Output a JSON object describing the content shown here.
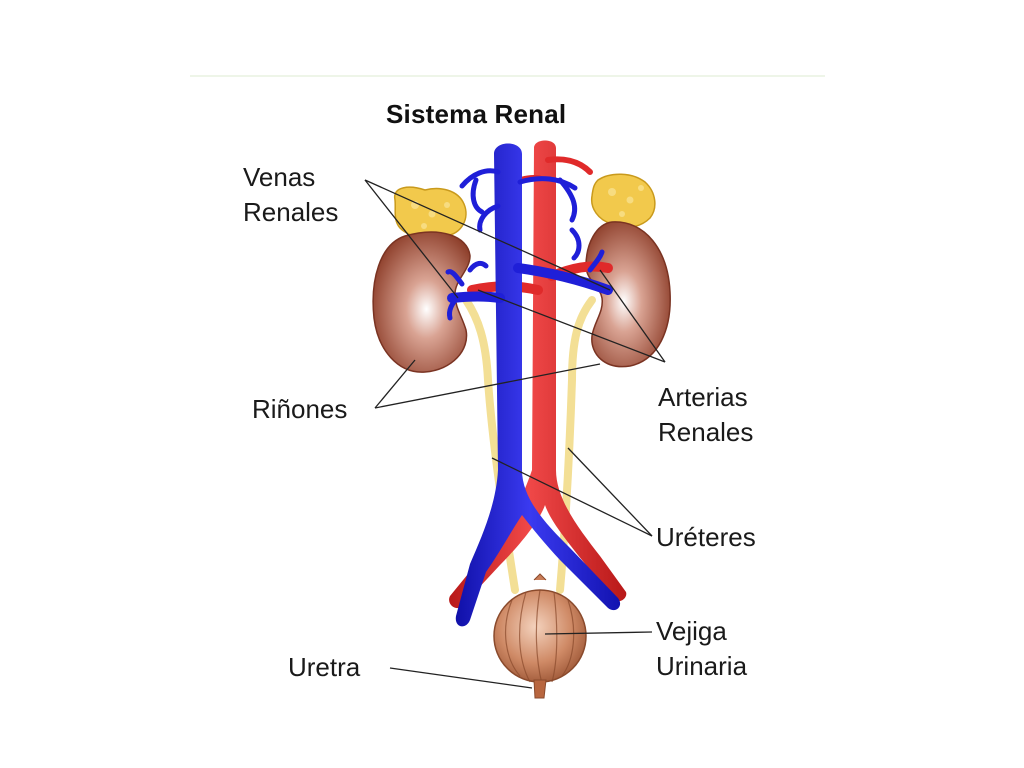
{
  "title": "Sistema Renal",
  "labels": {
    "venas": [
      "Venas",
      "Renales"
    ],
    "rinones": "Riñones",
    "arterias": [
      "Arterias",
      "Renales"
    ],
    "ureteres": "Uréteres",
    "vejiga": [
      "Vejiga",
      "Urinaria"
    ],
    "uretra": "Uretra"
  },
  "colors": {
    "vein": "#1f1fd8",
    "artery": "#e02a2a",
    "kidney": "#a8563f",
    "adrenal": "#f2c94c",
    "ureter": "#f3df95",
    "bladder": "#c97d58"
  }
}
